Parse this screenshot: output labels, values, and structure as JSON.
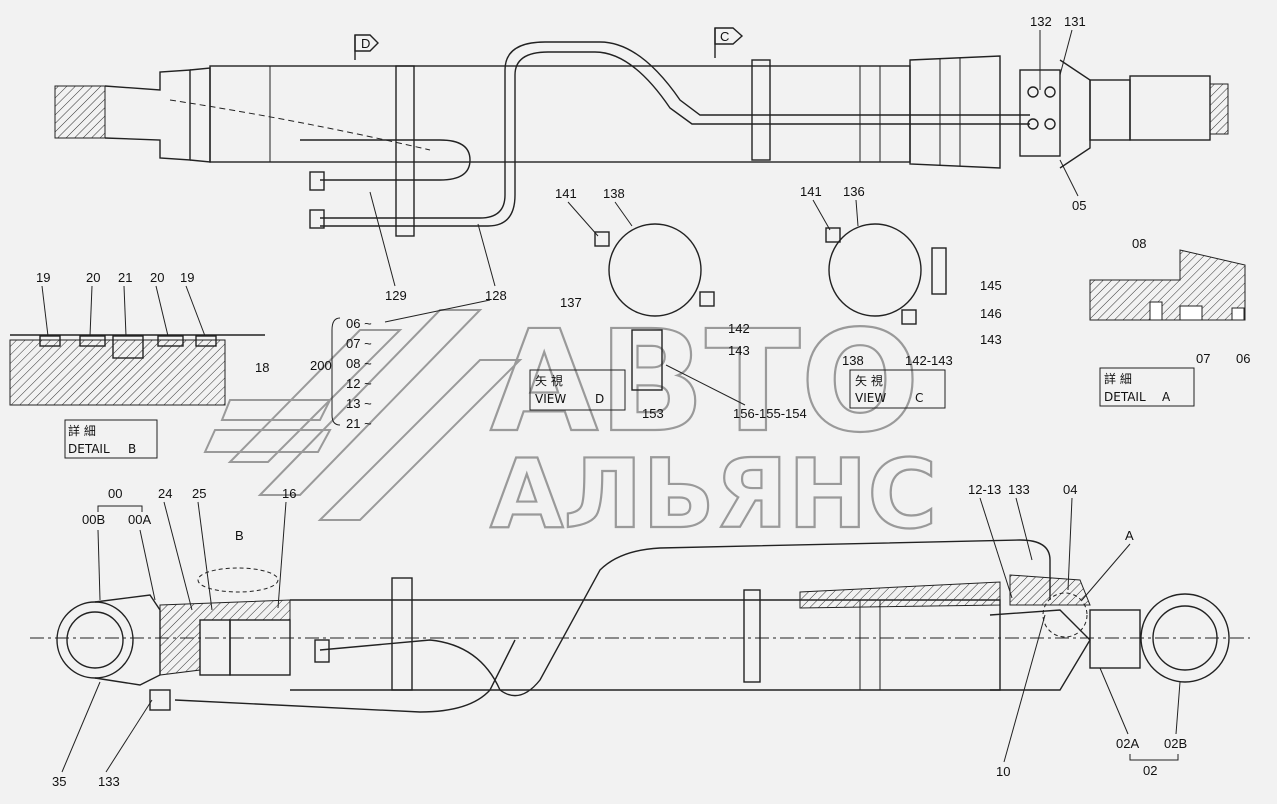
{
  "watermark": {
    "line1": "АВТО",
    "line2": "АЛЬЯНС"
  },
  "views": {
    "view_d": {
      "kanji": "矢 視",
      "word": "VIEW",
      "letter": "D"
    },
    "view_c": {
      "kanji": "矢 視",
      "word": "VIEW",
      "letter": "C"
    },
    "detail_a": {
      "kanji": "詳 細",
      "word": "DETAIL",
      "letter": "A"
    },
    "detail_b": {
      "kanji": "詳 細",
      "word": "DETAIL",
      "letter": "B"
    }
  },
  "arrows": {
    "d": "D",
    "c": "C"
  },
  "callouts": {
    "c132": "132",
    "c131": "131",
    "c05": "05",
    "c129": "129",
    "c128": "128",
    "c141a": "141",
    "c138a": "138",
    "c137": "137",
    "c142": "142",
    "c143a": "143",
    "c153": "153",
    "c156": "156-155-154",
    "c141b": "141",
    "c136": "136",
    "c145": "145",
    "c146": "146",
    "c143b": "143",
    "c138b": "138",
    "c142_143": "142-143",
    "c08": "08",
    "c07": "07",
    "c06": "06",
    "c19a": "19",
    "c20a": "20",
    "c21": "21",
    "c20b": "20",
    "c19b": "19",
    "c18": "18",
    "c200": "200",
    "c00": "00",
    "c00b": "00B",
    "c00a": "00A",
    "c24": "24",
    "c25": "25",
    "cB": "B",
    "c16": "16",
    "c12_13": "12-13",
    "c133a": "133",
    "c04": "04",
    "cA": "A",
    "c35": "35",
    "c133b": "133",
    "c10": "10",
    "c02a": "02A",
    "c02b": "02B",
    "c02": "02"
  },
  "kit_list": [
    "06 ~",
    "07 ~",
    "08 ~",
    "12 ~",
    "13 ~",
    "21 ~"
  ]
}
